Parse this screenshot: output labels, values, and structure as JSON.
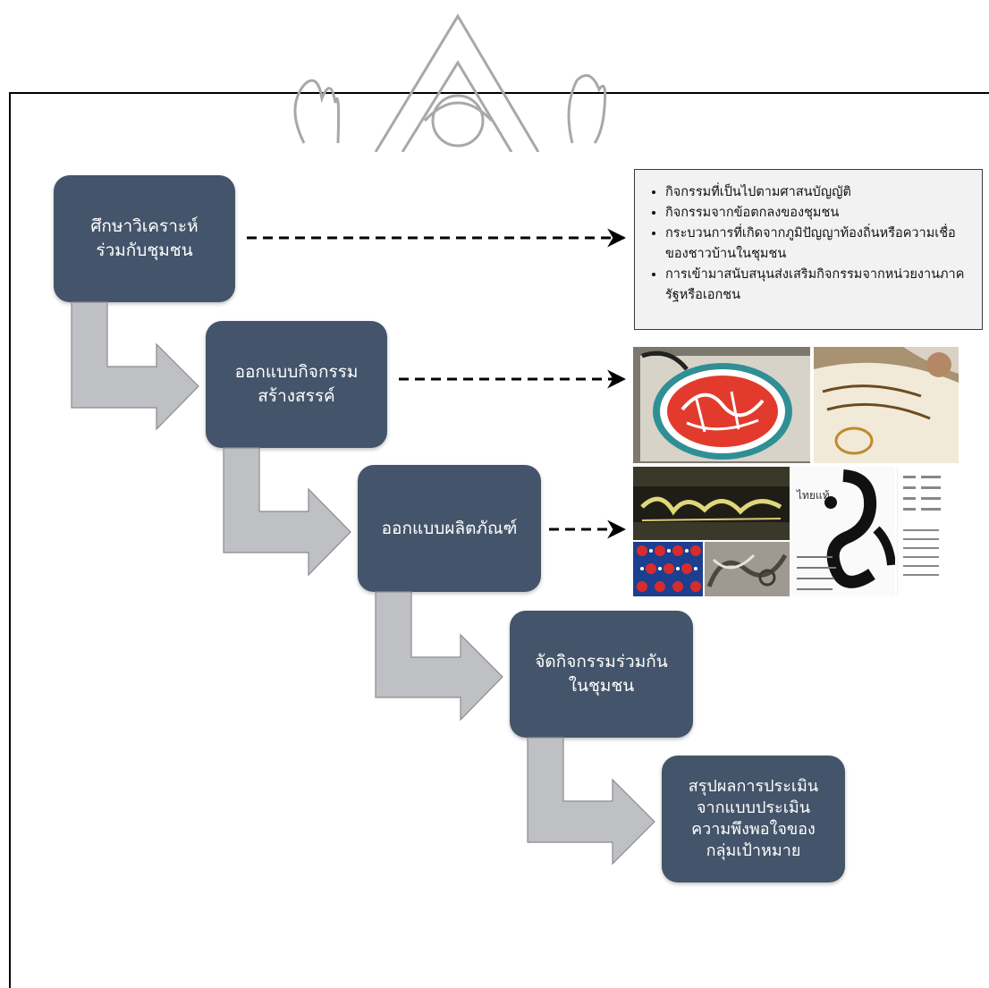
{
  "steps": [
    {
      "lines": [
        "ศึกษาวิเคราะห์",
        "ร่วมกับชุมชน"
      ]
    },
    {
      "lines": [
        "ออกแบบกิจกรรม",
        "สร้างสรรค์"
      ]
    },
    {
      "lines": [
        "ออกแบบผลิตภัณฑ์"
      ]
    },
    {
      "lines": [
        "จัดกิจกรรมร่วมกัน",
        "ในชุมชน"
      ]
    },
    {
      "lines": [
        "สรุปผลการประเมิน",
        "จากแบบประเมิน",
        "ความพึงพอใจของ",
        "กลุ่มเป้าหมาย"
      ]
    }
  ],
  "info_box": {
    "bullets": [
      "กิจกรรมที่เป็นไปตามศาสนบัญญัติ",
      "กิจกรรมจากข้อตกลงของชุมชน",
      "กระบวนการที่เกิดจากภูมิปัญญาท้องถิ่นหรือความเชื่อของชาวบ้านในชุมชน",
      "การเข้ามาสนับสนุนส่งเสริมกิจกรรมจากหน่วยงานภาครัฐหรือเอกชน"
    ]
  },
  "photos": {
    "calligraphy_medallion": "ไม่มีข้อความ",
    "row2_photo_text": "ไทยแท้"
  },
  "colors": {
    "step_box": "#44546a",
    "step_text": "#ffffff",
    "arrow_fill": "#bfc0c4",
    "info_box_bg": "#f2f2f2"
  }
}
